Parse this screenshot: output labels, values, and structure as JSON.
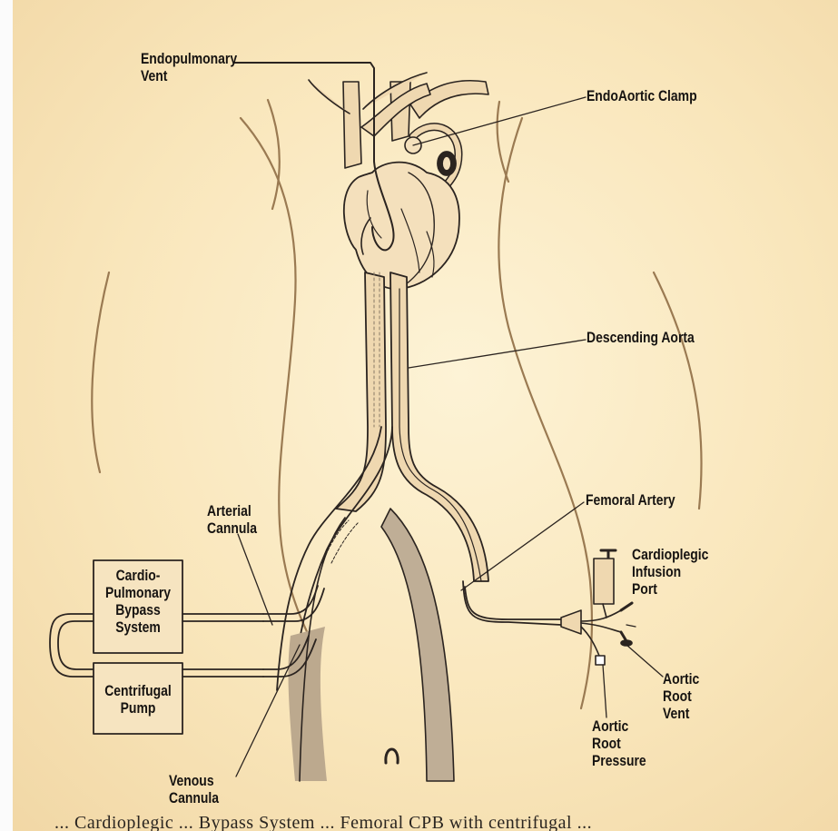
{
  "labels": {
    "endopulmonary_vent": [
      "Endopulmonary",
      "Vent"
    ],
    "endoaortic_clamp": "EndoAortic Clamp",
    "descending_aorta": "Descending Aorta",
    "femoral_artery": "Femoral Artery",
    "arterial_cannula": [
      "Arterial",
      "Cannula"
    ],
    "cardioplegic_infusion_port": [
      "Cardioplegic",
      "Infusion",
      "Port"
    ],
    "aortic_root_vent": [
      "Aortic",
      "Root",
      "Vent"
    ],
    "aortic_root_pressure": [
      "Aortic",
      "Root",
      "Pressure"
    ],
    "venous_cannula": [
      "Venous",
      "Cannula"
    ]
  },
  "boxes": {
    "cpb_system": [
      "Cardio-",
      "Pulmonary",
      "Bypass",
      "System"
    ],
    "centrifugal_pump": [
      "Centrifugal",
      "Pump"
    ]
  },
  "caption": "... Cardioplegic ... Bypass System ... Femoral CPB with centrifugal ...",
  "colors": {
    "background": "#f9e6bb",
    "line": "#2b2420",
    "body_outline": "#9a7a52",
    "shading": "#b9a58c"
  }
}
